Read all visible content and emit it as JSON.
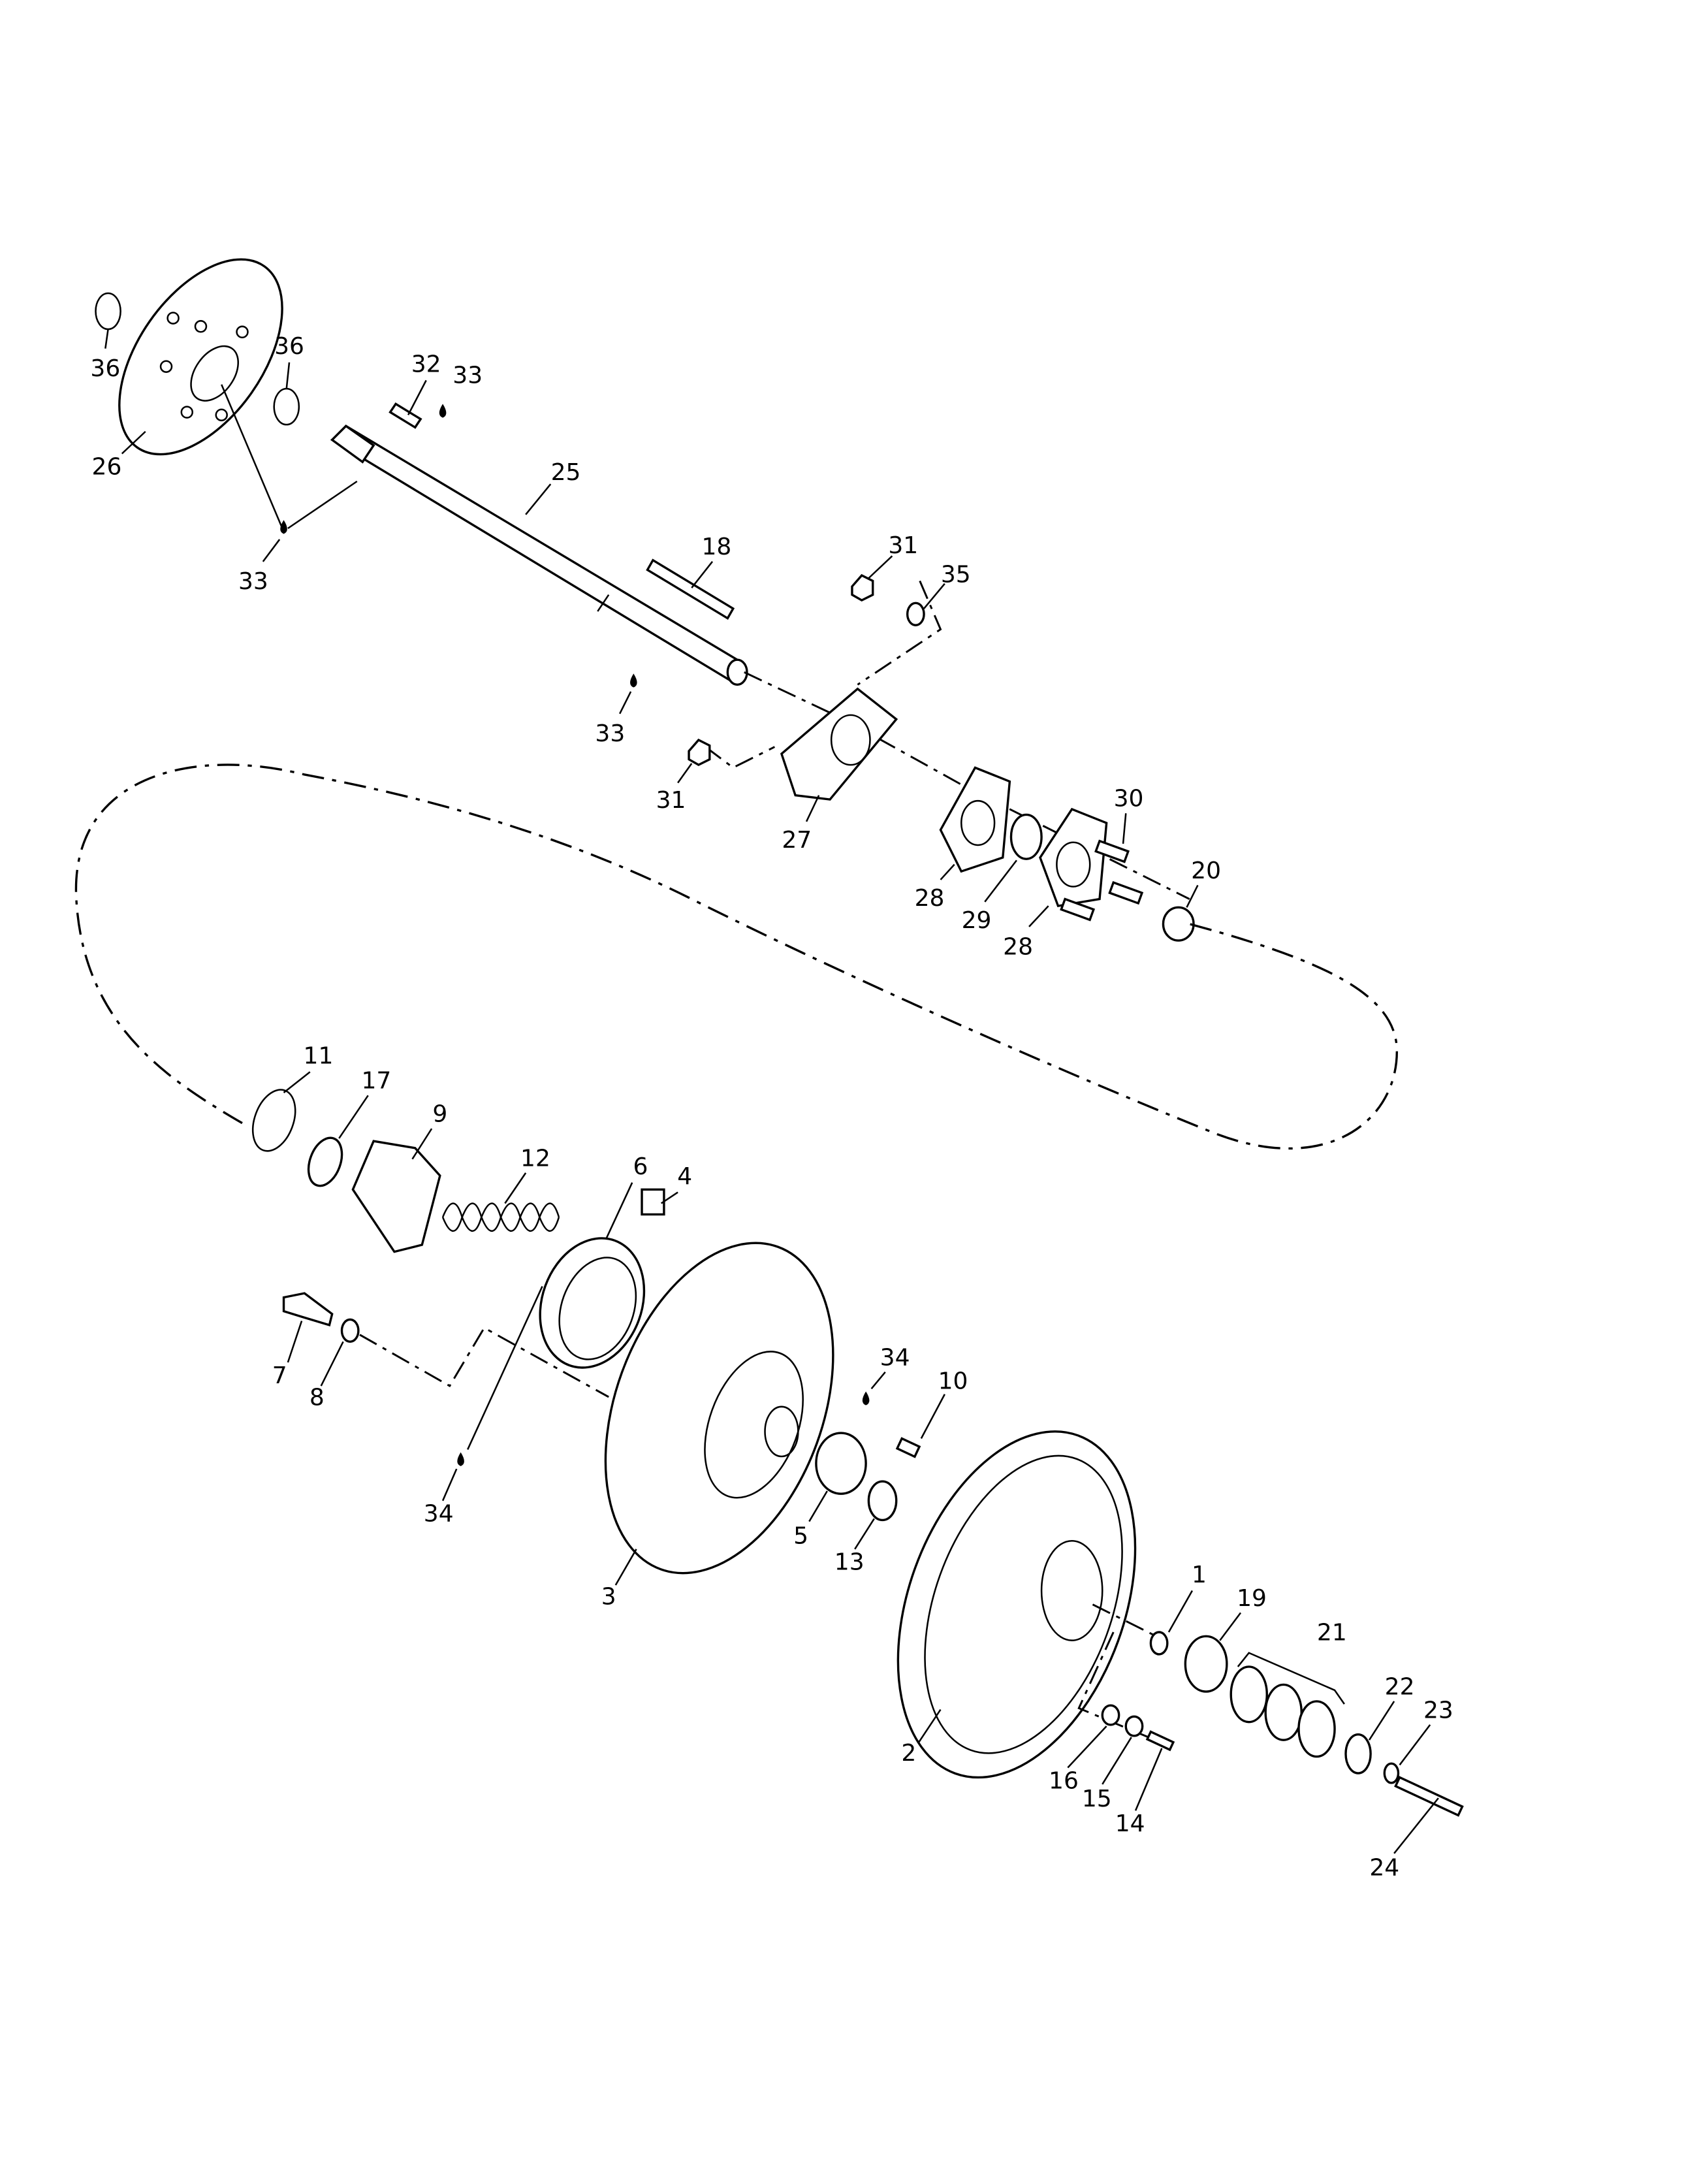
{
  "diagram": {
    "type": "exploded parts diagram",
    "callouts": [
      "36",
      "36",
      "26",
      "32",
      "33",
      "25",
      "33",
      "18",
      "31",
      "35",
      "33",
      "31",
      "27",
      "30",
      "20",
      "28",
      "29",
      "28",
      "11",
      "17",
      "9",
      "12",
      "6",
      "4",
      "7",
      "8",
      "34",
      "10",
      "34",
      "5",
      "13",
      "3",
      "1",
      "19",
      "21",
      "22",
      "23",
      "2",
      "16",
      "15",
      "14",
      "24"
    ],
    "colors": {
      "line": "#000000",
      "background": "#ffffff"
    }
  }
}
